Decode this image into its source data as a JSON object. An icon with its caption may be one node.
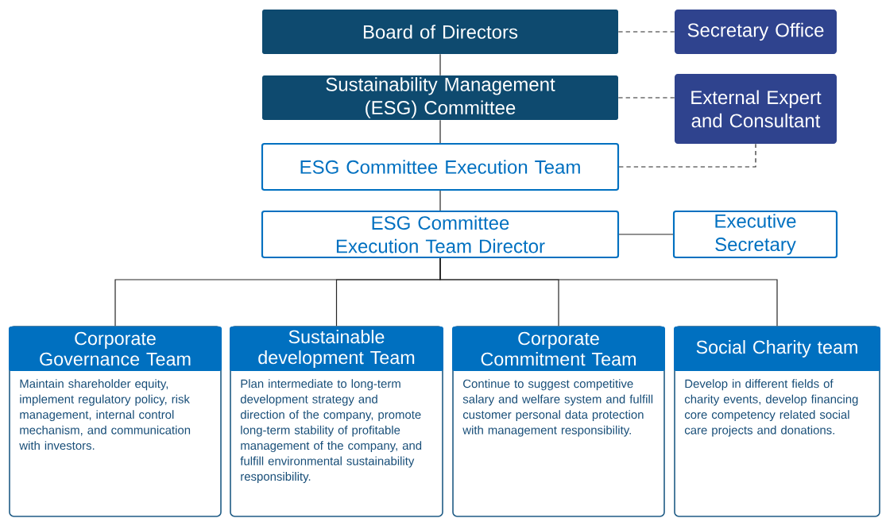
{
  "diagram": {
    "nodes": [
      {
        "text": [
          "Board of Directors"
        ]
      },
      {
        "text": [
          "Secretary Office"
        ]
      },
      {
        "text": [
          "Sustainability Management (ESG) Committee"
        ]
      },
      {
        "text": [
          "External Expert and Consultant"
        ]
      },
      {
        "text": [
          "ESG Committee Execution Team"
        ]
      },
      {
        "text": [
          "ESG Committee Execution Team Director"
        ]
      },
      {
        "text": [
          "Executive Secretary"
        ]
      },
      {
        "text": [
          "Corporate Governance Team",
          "Maintain shareholder equity, implement regulatory policy, risk management, internal control mechanism, and communication with investors."
        ]
      },
      {
        "text": [
          "Sustainable development Team",
          "Plan intermediate to long-term development strategy and direction of the company, promote long-term stability of profitable management of the company, and fulfill environmental sustainability responsibility."
        ]
      },
      {
        "text": [
          "Corporate Commitment Team",
          "Continue to suggest competitive salary and welfare system and fulfill customer personal data protection with management responsibility."
        ]
      },
      {
        "text": [
          "Social Charity team",
          "Develop in different fields of charity events, develop financing core competency related social care projects and donations."
        ]
      }
    ],
    "edges": [
      {
        "from": 0,
        "to": 1,
        "arrow": "none",
        "style": "dashed"
      },
      {
        "from": 0,
        "to": 2,
        "arrow": "none"
      },
      {
        "from": 2,
        "to": 3,
        "arrow": "none",
        "style": "dashed"
      },
      {
        "from": 2,
        "to": 4,
        "arrow": "none"
      },
      {
        "from": 4,
        "to": 3,
        "arrow": "none",
        "style": "dashed"
      },
      {
        "from": 4,
        "to": 5,
        "arrow": "none"
      },
      {
        "from": 5,
        "to": 6,
        "arrow": "none"
      },
      {
        "from": 5,
        "to": 7,
        "arrow": "none"
      },
      {
        "from": 5,
        "to": 8,
        "arrow": "none"
      },
      {
        "from": 5,
        "to": 9,
        "arrow": "none"
      },
      {
        "from": 5,
        "to": 10,
        "arrow": "none"
      }
    ]
  }
}
